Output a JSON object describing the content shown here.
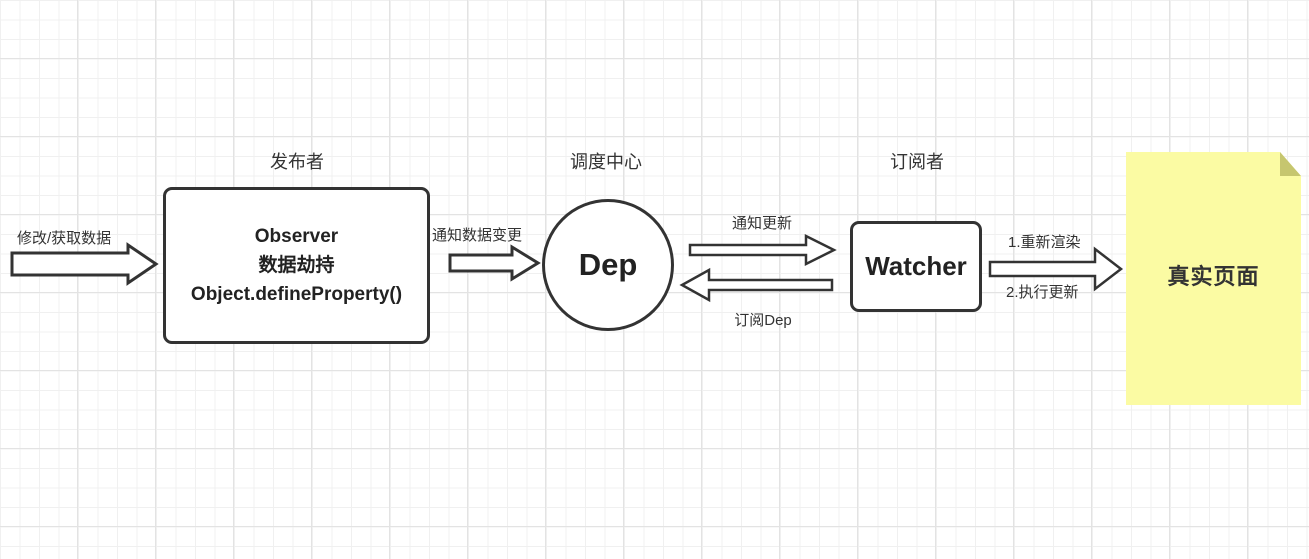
{
  "diagram": {
    "titles": {
      "publisher": "发布者",
      "dispatch_center": "调度中心",
      "subscriber": "订阅者"
    },
    "nodes": {
      "observer": {
        "line1": "Observer",
        "line2": "数据劫持",
        "line3": "Object.defineProperty()"
      },
      "dep": {
        "label": "Dep"
      },
      "watcher": {
        "label": "Watcher"
      },
      "real_page": {
        "label": "真实页面"
      }
    },
    "edges": {
      "modify_get_data": "修改/获取数据",
      "notify_data_change": "通知数据变更",
      "notify_update": "通知更新",
      "subscribe_dep": "订阅Dep",
      "rerender": "1.重新渲染",
      "execute_update": "2.执行更新"
    },
    "colors": {
      "stroke": "#333333",
      "note_bg": "#fbfba3",
      "note_fold": "#c6c66f",
      "grid_minor": "#f0f0f0",
      "grid_major": "#e3e3e3"
    }
  }
}
